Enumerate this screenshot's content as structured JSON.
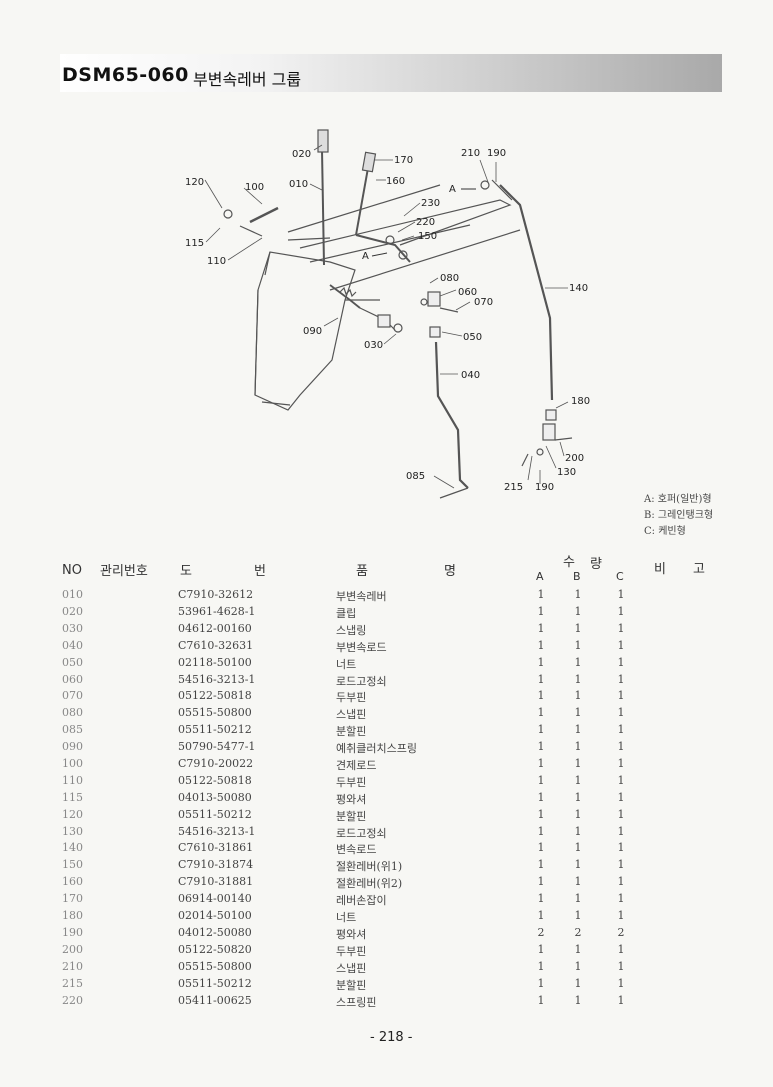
{
  "header": {
    "code": "DSM65-060",
    "name": "부변속레버 그룹"
  },
  "diagram": {
    "callouts": [
      "020",
      "170",
      "010",
      "160",
      "120",
      "100",
      "115",
      "110",
      "230",
      "220",
      "150",
      "080",
      "060",
      "070",
      "090",
      "030",
      "050",
      "040",
      "085",
      "210",
      "190",
      "140",
      "180",
      "200",
      "130",
      "215",
      "190"
    ],
    "legend": [
      "A: 호퍼(일반)형",
      "B: 그레인탱크형",
      "C: 케빈형"
    ]
  },
  "table": {
    "headers": {
      "no": "NO",
      "mgmt": "관리번호",
      "drawing_1": "도",
      "drawing_2": "번",
      "name_1": "품",
      "name_2": "명",
      "qty_1": "수",
      "qty_2": "량",
      "remark_1": "비",
      "remark_2": "고"
    },
    "qty_cols": [
      "A",
      "B",
      "C"
    ],
    "rows": [
      {
        "no": "010",
        "part": "C7910-32612",
        "name": "부변속레버",
        "a": "1",
        "b": "1",
        "c": "1"
      },
      {
        "no": "020",
        "part": "53961-4628-1",
        "name": "클립",
        "a": "1",
        "b": "1",
        "c": "1"
      },
      {
        "no": "030",
        "part": "04612-00160",
        "name": "스냅링",
        "a": "1",
        "b": "1",
        "c": "1"
      },
      {
        "no": "040",
        "part": "C7610-32631",
        "name": "부변속로드",
        "a": "1",
        "b": "1",
        "c": "1"
      },
      {
        "no": "050",
        "part": "02118-50100",
        "name": "너트",
        "a": "1",
        "b": "1",
        "c": "1"
      },
      {
        "no": "060",
        "part": "54516-3213-1",
        "name": "로드고정쇠",
        "a": "1",
        "b": "1",
        "c": "1"
      },
      {
        "no": "070",
        "part": "05122-50818",
        "name": "두부핀",
        "a": "1",
        "b": "1",
        "c": "1"
      },
      {
        "no": "080",
        "part": "05515-50800",
        "name": "스냅핀",
        "a": "1",
        "b": "1",
        "c": "1"
      },
      {
        "no": "085",
        "part": "05511-50212",
        "name": "분할핀",
        "a": "1",
        "b": "1",
        "c": "1"
      },
      {
        "no": "090",
        "part": "50790-5477-1",
        "name": "예취클러치스프링",
        "a": "1",
        "b": "1",
        "c": "1"
      },
      {
        "no": "100",
        "part": "C7910-20022",
        "name": "견제로드",
        "a": "1",
        "b": "1",
        "c": "1"
      },
      {
        "no": "110",
        "part": "05122-50818",
        "name": "두부핀",
        "a": "1",
        "b": "1",
        "c": "1"
      },
      {
        "no": "115",
        "part": "04013-50080",
        "name": "평와셔",
        "a": "1",
        "b": "1",
        "c": "1"
      },
      {
        "no": "120",
        "part": "05511-50212",
        "name": "분할핀",
        "a": "1",
        "b": "1",
        "c": "1"
      },
      {
        "no": "130",
        "part": "54516-3213-1",
        "name": "로드고정쇠",
        "a": "1",
        "b": "1",
        "c": "1"
      },
      {
        "no": "140",
        "part": "C7610-31861",
        "name": "변속로드",
        "a": "1",
        "b": "1",
        "c": "1"
      },
      {
        "no": "150",
        "part": "C7910-31874",
        "name": "절환레버(위1)",
        "a": "1",
        "b": "1",
        "c": "1"
      },
      {
        "no": "160",
        "part": "C7910-31881",
        "name": "절환레버(위2)",
        "a": "1",
        "b": "1",
        "c": "1"
      },
      {
        "no": "170",
        "part": "06914-00140",
        "name": "레버손잡이",
        "a": "1",
        "b": "1",
        "c": "1"
      },
      {
        "no": "180",
        "part": "02014-50100",
        "name": "너트",
        "a": "1",
        "b": "1",
        "c": "1"
      },
      {
        "no": "190",
        "part": "04012-50080",
        "name": "평와셔",
        "a": "2",
        "b": "2",
        "c": "2"
      },
      {
        "no": "200",
        "part": "05122-50820",
        "name": "두부핀",
        "a": "1",
        "b": "1",
        "c": "1"
      },
      {
        "no": "210",
        "part": "05515-50800",
        "name": "스냅핀",
        "a": "1",
        "b": "1",
        "c": "1"
      },
      {
        "no": "215",
        "part": "05511-50212",
        "name": "분할핀",
        "a": "1",
        "b": "1",
        "c": "1"
      },
      {
        "no": "220",
        "part": "05411-00625",
        "name": "스프링핀",
        "a": "1",
        "b": "1",
        "c": "1"
      }
    ]
  },
  "footer": {
    "page": "- 218 -"
  }
}
